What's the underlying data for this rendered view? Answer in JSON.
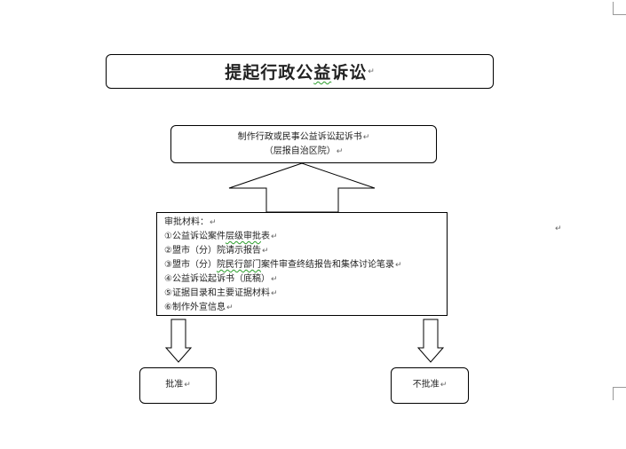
{
  "title": {
    "text_a": "提起行政公",
    "text_b": "益",
    "text_c": "诉讼",
    "mark": "↵"
  },
  "top_box": {
    "line1": "制作行政或民事公益诉讼起诉书",
    "line2": "（层报自治区院）",
    "mark": "↵"
  },
  "materials": {
    "header": "审批材料：",
    "items": [
      {
        "pre": "①公益诉讼案件",
        "u": "层级审批",
        "post": "表"
      },
      {
        "pre": "②盟市（分）院请示报告",
        "u": "",
        "post": ""
      },
      {
        "pre": "③盟市（分）",
        "u": "院民行部门",
        "post": "案件审查终结报告和集体讨论笔录"
      },
      {
        "pre": "④公益诉讼起诉书（底稿）",
        "u": "",
        "post": ""
      },
      {
        "pre": "⑤证据目录和主要证据材料",
        "u": "",
        "post": ""
      },
      {
        "pre": "⑥制作外宣信息",
        "u": "",
        "post": ""
      }
    ],
    "mark": "↵"
  },
  "outcomes": {
    "approve": "批准",
    "reject": "不批准",
    "mark": "↵"
  },
  "side_mark": "↵"
}
